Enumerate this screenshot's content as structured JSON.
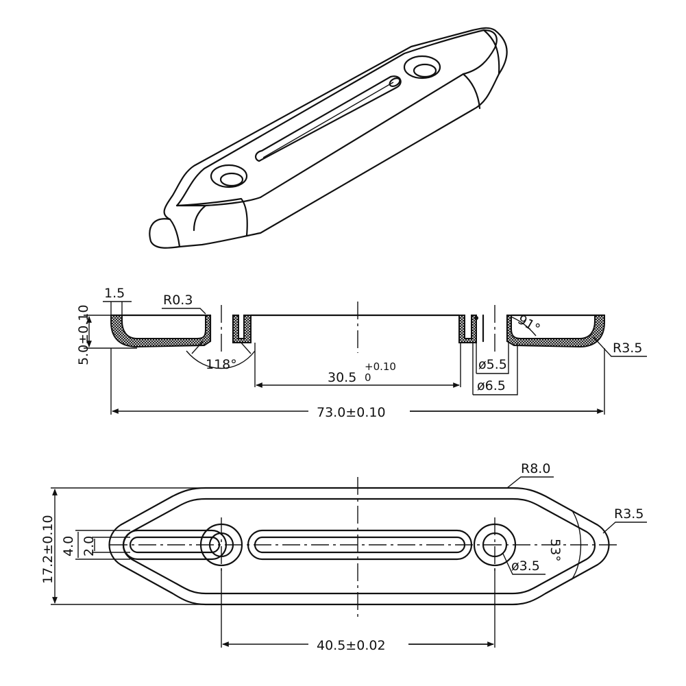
{
  "dimensions": {
    "thickness": "5.0±0.10",
    "wall": "1.5",
    "fillet_small": "R0.3",
    "countersink_angle": "118°",
    "slot_length_nominal": "30.5",
    "slot_tol_upper": "+0.10",
    "slot_tol_lower": "0",
    "chamfer_angle": "91°",
    "bore_small": "ø5.5",
    "bore_large": "ø6.5",
    "end_radius_side": "R3.5",
    "overall_length": "73.0±0.10",
    "outer_radius": "R8.0",
    "end_radius_top": "R3.5",
    "width": "17.2±0.10",
    "slot_outer_width": "4.0",
    "slot_inner_width": "2.0",
    "hole_dia": "ø3.5",
    "tip_angle": "53°",
    "hole_spacing": "40.5±0.02"
  }
}
